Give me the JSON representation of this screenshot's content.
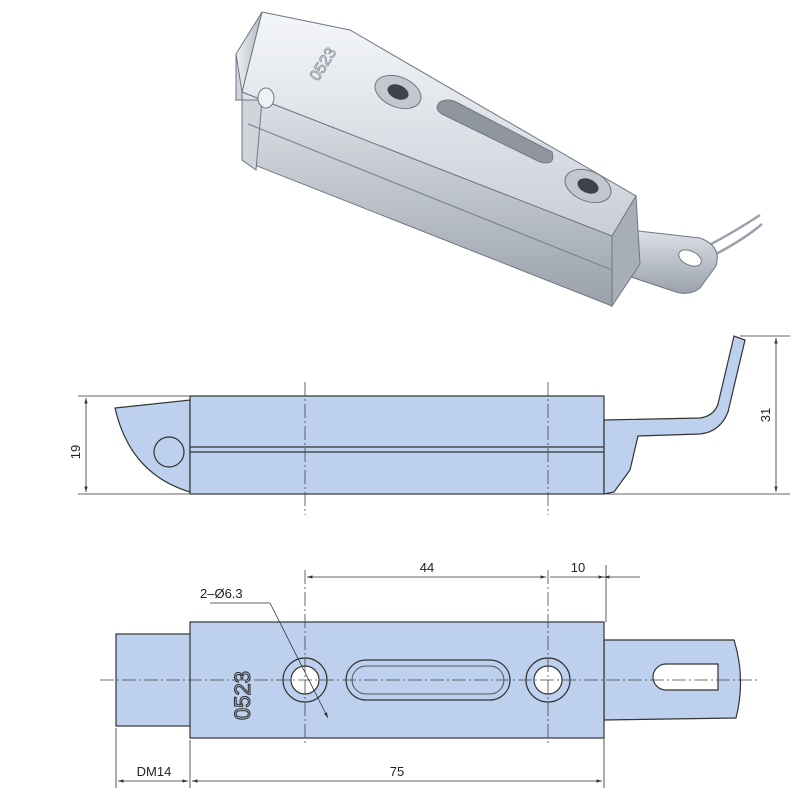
{
  "colors": {
    "part_fill": "#bdd1ee",
    "steel_light": "#e6e9ee",
    "steel_mid": "#b8bec8",
    "steel_dark": "#7d8591",
    "line": "#333333"
  },
  "photo": {
    "marking": "0523"
  },
  "side_view": {
    "dim_height": "19",
    "dim_total_height": "31"
  },
  "top_view": {
    "marking": "0523",
    "hole_callout": "2–Ø6.3",
    "dim_hole_spacing": "44",
    "dim_tail": "10",
    "dim_left": "DM14",
    "dim_body": "75"
  }
}
